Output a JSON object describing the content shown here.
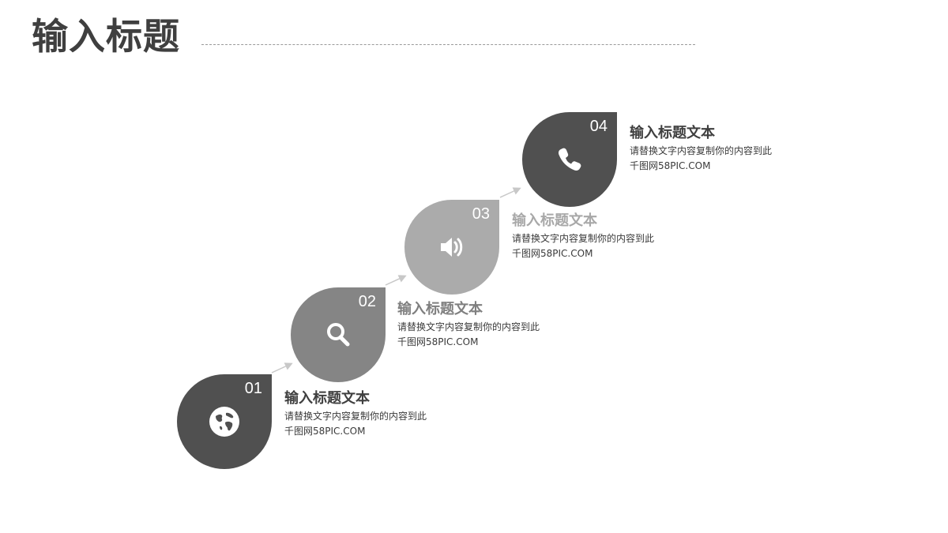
{
  "title": "输入标题",
  "colors": {
    "dark": "#505050",
    "mid": "#858585",
    "light": "#ababab",
    "arrow": "#c8c8c8"
  },
  "steps": [
    {
      "number": "01",
      "icon": "globe-icon",
      "heading": "输入标题文本",
      "desc": "请替换文字内容复制你的内容到此",
      "site": "千图网58PIC.COM",
      "color": "#505050",
      "heading_color": "#3f3f3f"
    },
    {
      "number": "02",
      "icon": "search-icon",
      "heading": "输入标题文本",
      "desc": "请替换文字内容复制你的内容到此",
      "site": "千图网58PIC.COM",
      "color": "#858585",
      "heading_color": "#7f7f7f"
    },
    {
      "number": "03",
      "icon": "speaker-icon",
      "heading": "输入标题文本",
      "desc": "请替换文字内容复制你的内容到此",
      "site": "千图网58PIC.COM",
      "color": "#ababab",
      "heading_color": "#a8a8a8"
    },
    {
      "number": "04",
      "icon": "phone-icon",
      "heading": "输入标题文本",
      "desc": "请替换文字内容复制你的内容到此",
      "site": "千图网58PIC.COM",
      "color": "#505050",
      "heading_color": "#3f3f3f"
    }
  ]
}
